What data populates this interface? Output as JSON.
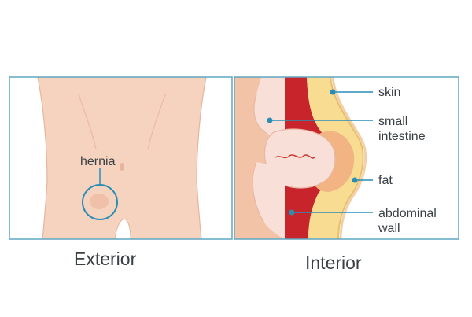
{
  "panels": {
    "exterior": {
      "caption": "Exterior"
    },
    "interior": {
      "caption": "Interior"
    }
  },
  "labels": {
    "hernia": "hernia",
    "skin": "skin",
    "small_intestine": [
      "small",
      "intestine"
    ],
    "fat": "fat",
    "abdominal_wall": [
      "abdominal",
      "wall"
    ]
  },
  "colors": {
    "frame": "#5fa7c2",
    "callout": "#2a8db5",
    "skin_tone": "#f6d3bf",
    "muscle_red": "#c8242c",
    "fat_yellow": "#f7dc91",
    "intestine_pink": "#f8e0d8"
  }
}
